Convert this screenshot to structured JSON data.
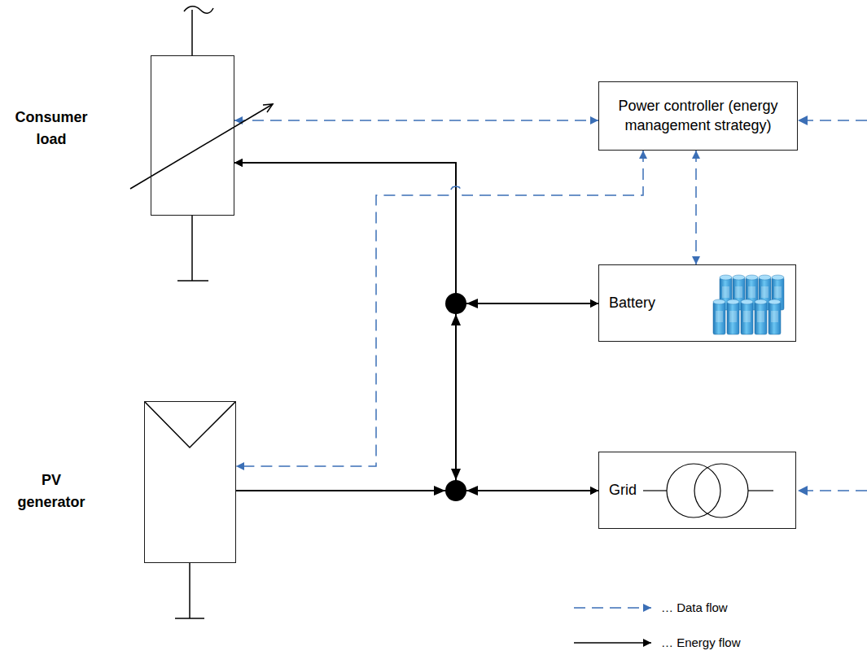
{
  "diagram": {
    "nodes": [
      {
        "text": [
          "Consumer load"
        ]
      },
      {
        "text": [
          "Power controller (energy management strategy)"
        ]
      },
      {
        "text": [
          "Battery"
        ]
      },
      {
        "text": [
          "PV generator"
        ]
      },
      {
        "text": [
          "Grid"
        ]
      }
    ],
    "edges": [
      {
        "from": 3,
        "to": 0,
        "arrow": "to"
      },
      {
        "from": 3,
        "to": 2,
        "arrow": "to"
      },
      {
        "from": 3,
        "to": 4,
        "arrow": "to"
      },
      {
        "from": 2,
        "to": 0,
        "arrow": "to"
      },
      {
        "from": 4,
        "to": 0,
        "arrow": "to"
      },
      {
        "from": 2,
        "to": 4,
        "arrow": "both"
      },
      {
        "from": 0,
        "to": 1,
        "arrow": "both"
      },
      {
        "from": 1,
        "to": 3,
        "arrow": "both"
      },
      {
        "from": 1,
        "to": 2,
        "arrow": "both"
      }
    ],
    "legend": [
      {
        "text": "… Data flow"
      },
      {
        "text": "… Energy flow"
      }
    ]
  }
}
